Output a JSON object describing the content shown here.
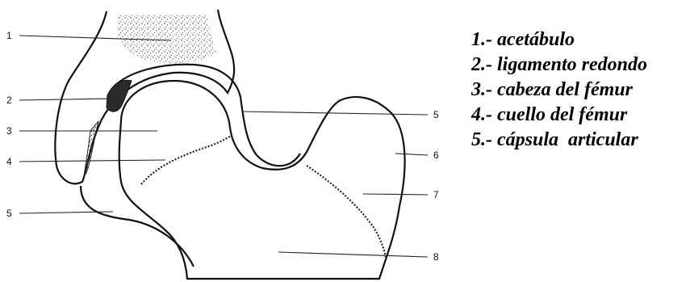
{
  "diagram": {
    "callout_numbers": [
      "1",
      "2",
      "3",
      "4",
      "5",
      "5",
      "6",
      "7",
      "8"
    ]
  },
  "legend": {
    "items": [
      "1.- acetábulo",
      "2.- ligamento redondo",
      "3.- cabeza del fémur",
      "4.- cuello del fémur",
      "5.- cápsula  articular"
    ]
  },
  "colors": {
    "ink": "#111111",
    "background": "#ffffff",
    "ligament": "#2a2a2a"
  }
}
